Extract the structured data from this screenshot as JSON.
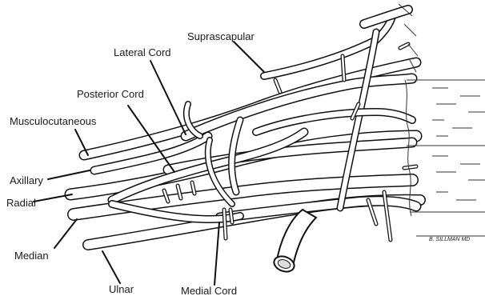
{
  "labels": {
    "suprascapular": "Suprascapular",
    "lateral_cord": "Lateral Cord",
    "posterior_cord": "Posterior Cord",
    "musculocutaneous": "Musculocutaneous",
    "axillary": "Axillary",
    "radial": "Radial",
    "median": "Median",
    "ulnar": "Ulnar",
    "medial_cord": "Medial Cord"
  },
  "signature": "B. SILLMAN MD"
}
